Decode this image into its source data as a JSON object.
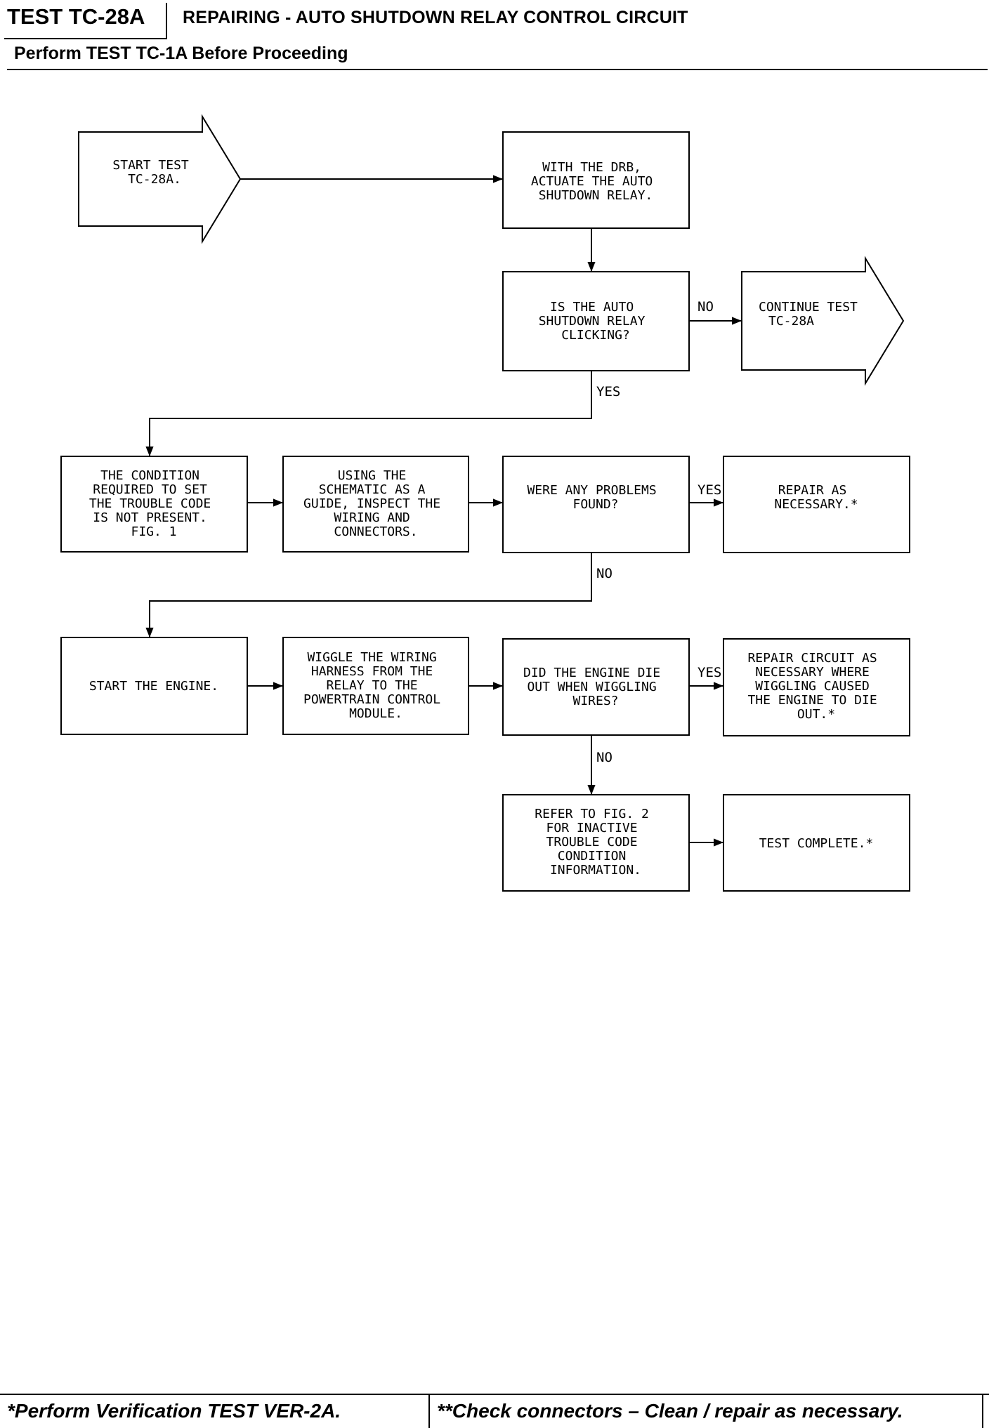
{
  "header": {
    "test_id": "TEST TC-28A",
    "title": "REPAIRING - AUTO SHUTDOWN RELAY CONTROL CIRCUIT",
    "subtitle": "Perform TEST TC-1A Before Proceeding"
  },
  "nodes": {
    "start_test": [
      "START TEST",
      "TC-28A."
    ],
    "actuate_relay": [
      "WITH THE DRB,",
      "ACTUATE THE AUTO",
      "SHUTDOWN RELAY."
    ],
    "relay_clicking": [
      "IS THE AUTO",
      "SHUTDOWN RELAY",
      "CLICKING?"
    ],
    "continue_test": [
      "CONTINUE TEST",
      "TC-28A"
    ],
    "condition_not_present": [
      "THE CONDITION",
      "REQUIRED TO SET",
      "THE TROUBLE CODE",
      "IS NOT PRESENT.",
      "FIG. 1"
    ],
    "inspect_wiring": [
      "USING THE",
      "SCHEMATIC AS A",
      "GUIDE, INSPECT THE",
      "WIRING AND",
      "CONNECTORS."
    ],
    "problems_found": [
      "WERE ANY PROBLEMS",
      "FOUND?"
    ],
    "repair_necessary": [
      "REPAIR AS",
      "NECESSARY.*"
    ],
    "start_engine": [
      "START THE ENGINE."
    ],
    "wiggle_harness": [
      "WIGGLE THE WIRING",
      "HARNESS FROM THE",
      "RELAY TO THE",
      "POWERTRAIN CONTROL",
      "MODULE."
    ],
    "engine_die": [
      "DID THE ENGINE DIE",
      "OUT WHEN WIGGLING",
      "WIRES?"
    ],
    "repair_circuit": [
      "REPAIR CIRCUIT AS",
      "NECESSARY WHERE",
      "WIGGLING CAUSED",
      "THE ENGINE TO DIE",
      "OUT.*"
    ],
    "refer_fig2": [
      "REFER TO FIG. 2",
      "FOR INACTIVE",
      "TROUBLE CODE",
      "CONDITION",
      "INFORMATION."
    ],
    "test_complete": [
      "TEST COMPLETE.*"
    ]
  },
  "labels": {
    "no_1": "NO",
    "yes_1": "YES",
    "yes_2": "YES",
    "no_2": "NO",
    "yes_3": "YES",
    "no_3": "NO"
  },
  "footer": {
    "left": "*Perform Verification TEST VER-2A.",
    "right": "**Check connectors – Clean / repair as necessary."
  }
}
